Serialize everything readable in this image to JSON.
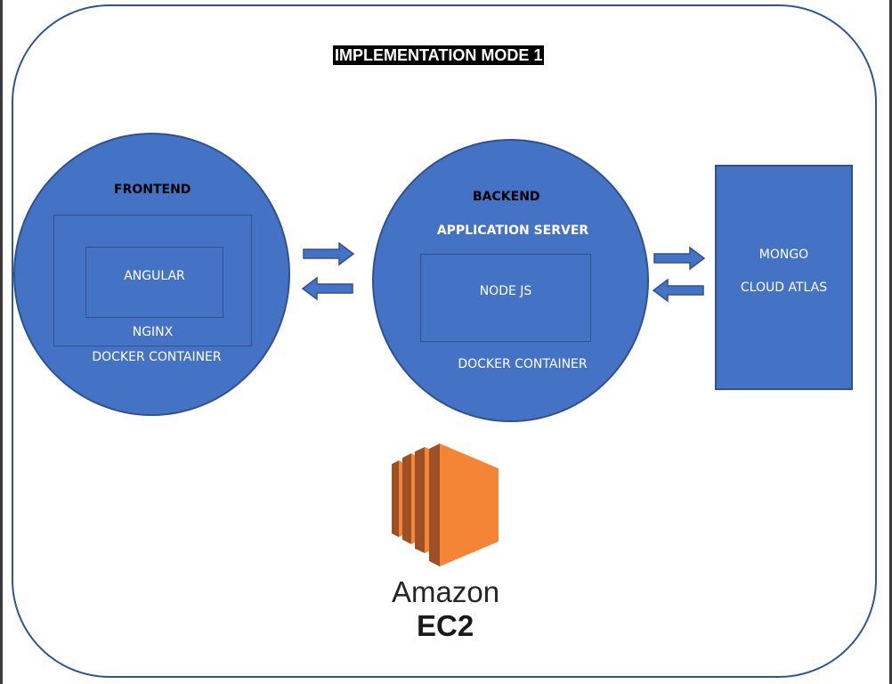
{
  "title": "IMPLEMENTATION MODE 1",
  "frontend": {
    "heading": "FRONTEND",
    "inner_box_label": "ANGULAR",
    "server_label": "NGINX",
    "container_label": "DOCKER CONTAINER"
  },
  "backend": {
    "heading": "BACKEND",
    "subheading": "APPLICATION SERVER",
    "inner_box_label": "NODE JS",
    "container_label": "DOCKER CONTAINER"
  },
  "database": {
    "line1": "MONGO",
    "line2": "CLOUD ATLAS"
  },
  "host": {
    "brand": "Amazon",
    "product": "EC2",
    "icon": "amazon-ec2-icon"
  },
  "colors": {
    "node_fill": "#4472c4",
    "node_border": "#2f528f",
    "frame_border": "#2f5597",
    "ec2_orange": "#f58536"
  }
}
